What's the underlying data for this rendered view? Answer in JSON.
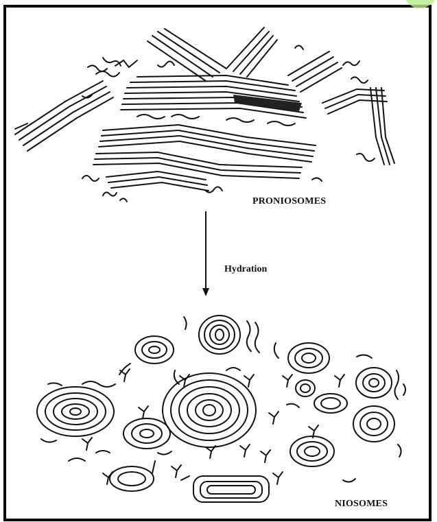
{
  "labels": {
    "proniosomes": "PRONIOSOMES",
    "hydration": "Hydration",
    "niosomes": "NIOSOMES"
  },
  "colors": {
    "ink": "#111111",
    "frame": "#000000",
    "corner_accent": "#b7e88a"
  }
}
